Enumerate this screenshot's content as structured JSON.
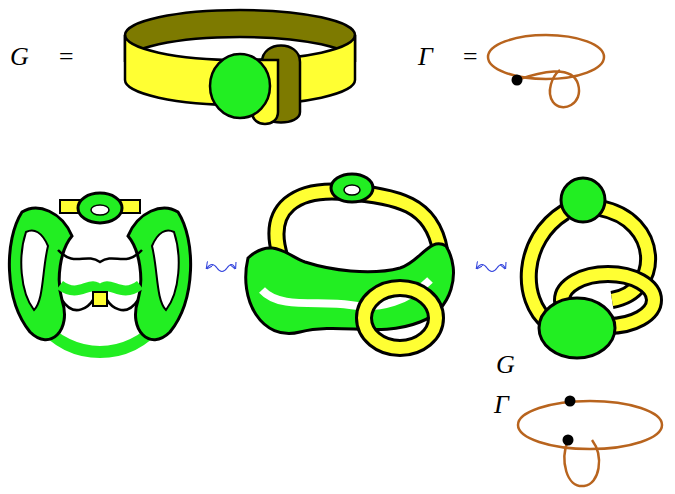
{
  "diagram": {
    "labels": [
      "G =",
      "Γ =",
      "G",
      "Γ"
    ]
  }
}
